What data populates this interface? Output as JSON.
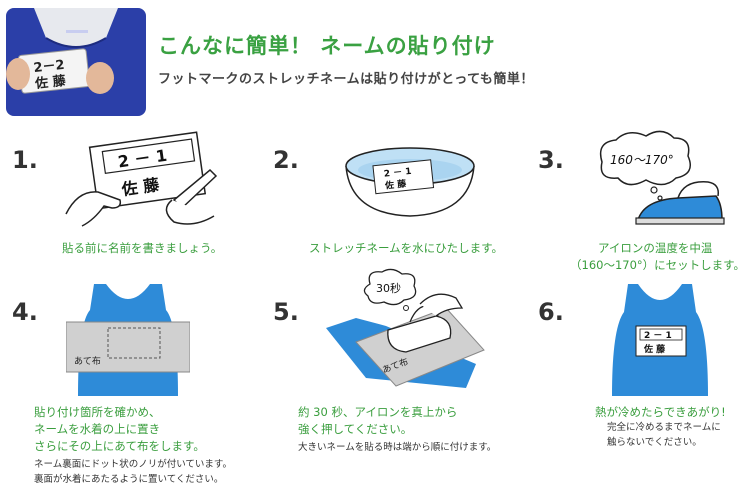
{
  "header": {
    "title": "こんなに簡単！ ネームの貼り付け",
    "subtitle": "フットマークのストレッチネームは貼り付けがとっても簡単！"
  },
  "photo_card": {
    "line1": "2－2",
    "line2": "佐 藤"
  },
  "steps": [
    {
      "number": "1.",
      "caption": [
        "貼る前に名前を書きましょう。"
      ],
      "card_line1": "2 － 1",
      "card_line2": "佐 藤"
    },
    {
      "number": "2.",
      "caption": [
        "ストレッチネームを水にひたします。"
      ],
      "card_line1": "2 － 1",
      "card_line2": "佐 藤"
    },
    {
      "number": "3.",
      "caption": [
        "アイロンの温度を中温",
        "（160～170°）にセットします。"
      ],
      "bubble": "160～170°"
    },
    {
      "number": "4.",
      "caption": [
        "貼り付け箇所を確かめ、",
        "ネームを水着の上に置き",
        "さらにその上にあて布をします。"
      ],
      "notes": [
        "ネーム裏面にドット状のノリが付いています。",
        "裏面が水着にあたるように置いてください。"
      ],
      "cloth_label": "あて布"
    },
    {
      "number": "5.",
      "caption": [
        "約 30 秒、アイロンを真上から",
        "強く押してください。"
      ],
      "notes": [
        "大きいネームを貼る時は端から順に付けます。"
      ],
      "bubble": "30秒",
      "cloth_label": "あて布"
    },
    {
      "number": "6.",
      "caption": [
        "熱が冷めたらできあがり!"
      ],
      "notes": [
        "完全に冷めるまでネームに",
        "触らないでください。"
      ],
      "card_line1": "2 － 1",
      "card_line2": "佐 藤"
    }
  ],
  "colors": {
    "accent_green": "#3aa142",
    "swimsuit_blue": "#2e8bd8",
    "water_blue": "#bfe0f5"
  }
}
